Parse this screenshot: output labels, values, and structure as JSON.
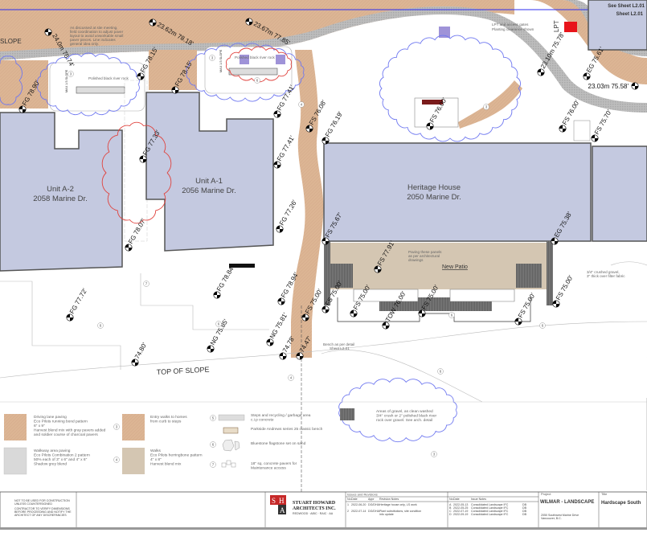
{
  "sheet": {
    "buildings": [
      {
        "name": "Unit A-2",
        "address": "2058 Marine Dr."
      },
      {
        "name": "Unit A-1",
        "address": "2056 Marine Dr."
      },
      {
        "name": "Heritage House",
        "address": "2050 Marine Dr."
      }
    ],
    "notes": {
      "site_meeting": [
        "As discussed at site meeting,",
        "field coordination to adjust paver",
        "layout to avoid unworkable small",
        "paver pieces. Line indicates",
        "general idea only."
      ],
      "river_rock_left": "Polished black river rock",
      "river_rock_right": "Polished black river rock",
      "lpt_gates": [
        "LPT and access gates",
        "Planting clearance shown"
      ],
      "lpt": "LPT",
      "see_sheet": "See Sheet L2.01",
      "sheet_ref": "Sheet L2.01",
      "paving_panels": [
        "Paving these panels",
        "as per architectural",
        "drawings"
      ],
      "new_patio": "New Patio",
      "crushed_gravel": [
        "3/4\" crushed gravel,",
        "3\" thick over filter fabric"
      ],
      "bench": [
        "Bench as per detail",
        "Sheet L2.01"
      ],
      "top_of_slope": "TOP OF SLOPE",
      "slope": "SLOPE",
      "max_slope": "MAX 1/3 SLOPE"
    },
    "elevations": [
      "FG 78.90'",
      "FG 78.15'",
      "FG 78.15'",
      "24.0m 78.74'",
      "23.62m 78.18'",
      "23.67m 77.85'",
      "FG 77.41'",
      "FS 76.08'",
      "FG 76.19'",
      "FS 76.00'",
      "23.10m 75.78'",
      "23.03m 75.58'",
      "FS 76.00'",
      "FS 75.70'",
      "FG 77.26'",
      "FS 75.67'",
      "FG 77.33'",
      "FG 78.07'",
      "FG 77.72'",
      "FG 78.84'",
      "FG 78.94'",
      "NG 75.85'",
      "NG 75.81'",
      "74.80'",
      "74.78'",
      "74.47'",
      "FS 75.00'",
      "FS 75.00'",
      "TOW 76.00'",
      "FS 75.00'",
      "FS 75.00'",
      "FS 75.00'",
      "EG 75.38'",
      "FS 77.91'",
      "FG 77.41'",
      "FS 75.00'",
      "EG 75.61'"
    ],
    "tags": [
      "3",
      "3",
      "3",
      "3",
      "4",
      "4",
      "6",
      "6",
      "6",
      "6",
      "6",
      "6",
      "7"
    ]
  },
  "legend": {
    "items": [
      {
        "num": "",
        "lines": [
          "Driving lane paving",
          "Eco Pilots running bond pattern",
          "6\" x 9\"",
          "Harvest blend mix with gray pavers added",
          "and soldier course of charcoal pavers"
        ]
      },
      {
        "num": "",
        "lines": [
          "Walkway area paving",
          "Eco Pilots Combination 2 pattern",
          "50% each of 3\" x 6\" and 4\" x 6\"",
          "Shadow grey blend"
        ]
      },
      {
        "num": "3",
        "lines": [
          "Entry walks to homes",
          "from curb to steps"
        ]
      },
      {
        "num": "4",
        "lines": [
          "Walks",
          "Eco Pilots herringbone pattern",
          "4\" x 8\"",
          "Harvest blend mix"
        ]
      },
      {
        "num": "5",
        "lines": [
          "Steps and recycling / garbage area",
          "c.i.p concrete"
        ]
      },
      {
        "num": "",
        "lines": [
          "Parkside Andrews series 25 classic bench"
        ]
      },
      {
        "num": "6",
        "lines": [
          "Bluestone flagstone set on sand"
        ]
      },
      {
        "num": "7",
        "lines": [
          "18\" sq. concrete pavers for",
          "Maintenance access"
        ]
      }
    ],
    "gravel": [
      "Areas of gravel, as clean washed",
      "3/4\" crush or 2\" polished black river",
      "rock over gravel. See arch. detail"
    ]
  },
  "title_block": {
    "warnings": [
      "NOT TO BE USED FOR CONSTRUCTION",
      "UNLESS COUNTERSIGNED",
      "CONTRACTOR TO VERIFY DIMENSIONS",
      "BEFORE PROCEEDING AND NOTIFY THE",
      "ARCHITECT OF ANY DISCREPANCIES"
    ],
    "logo_letters": "SHA",
    "firm": [
      "STUART HOWARD",
      "ARCHITECTS INC."
    ],
    "firm_sub": "REDWOOD · AIBC · RAIC · AA",
    "revisions_header": "Issues and Revisions",
    "rev_columns": [
      "No.",
      "Date",
      "Appr",
      "Revision Notes"
    ],
    "revisions": [
      [
        "1",
        "2022-06-20",
        "DG/DHA",
        "Heritage house only, LS work"
      ],
      [
        "2",
        "2022-07-14",
        "DG/DHA",
        "Plant substitutions, site condition info update"
      ]
    ],
    "issue_columns": [
      "No.",
      "Date",
      "Issue Notes"
    ],
    "issues": [
      [
        "A",
        "2022-05-13",
        "Consolidated Landscape IFC",
        "DB"
      ],
      [
        "B",
        "2022-05-25",
        "Consolidated Landscape IFC",
        "DB"
      ],
      [
        "C",
        "2022-07-19",
        "Consolidated Landscape IFC",
        "DB"
      ],
      [
        "D",
        "2022-09-19",
        "Consolidated Landscape IFC",
        "DB"
      ]
    ],
    "project_label": "Project",
    "project": "WILMAR - LANDSCAPE",
    "address": [
      "2050 Southwest Marine Drive",
      "Vancouver, B.C."
    ],
    "title_label": "Title",
    "title": "Hardscape South"
  },
  "colors": {
    "building": "#c4c9e0",
    "paving_tan": "#dcb594",
    "curb_gray": "#b9b9b9",
    "patio": "#d4c6b2",
    "cloud_blue": "#6f78f0",
    "revision_red": "#e0443f",
    "lpt_red": "#e8141a",
    "logo_red": "#c62828"
  }
}
